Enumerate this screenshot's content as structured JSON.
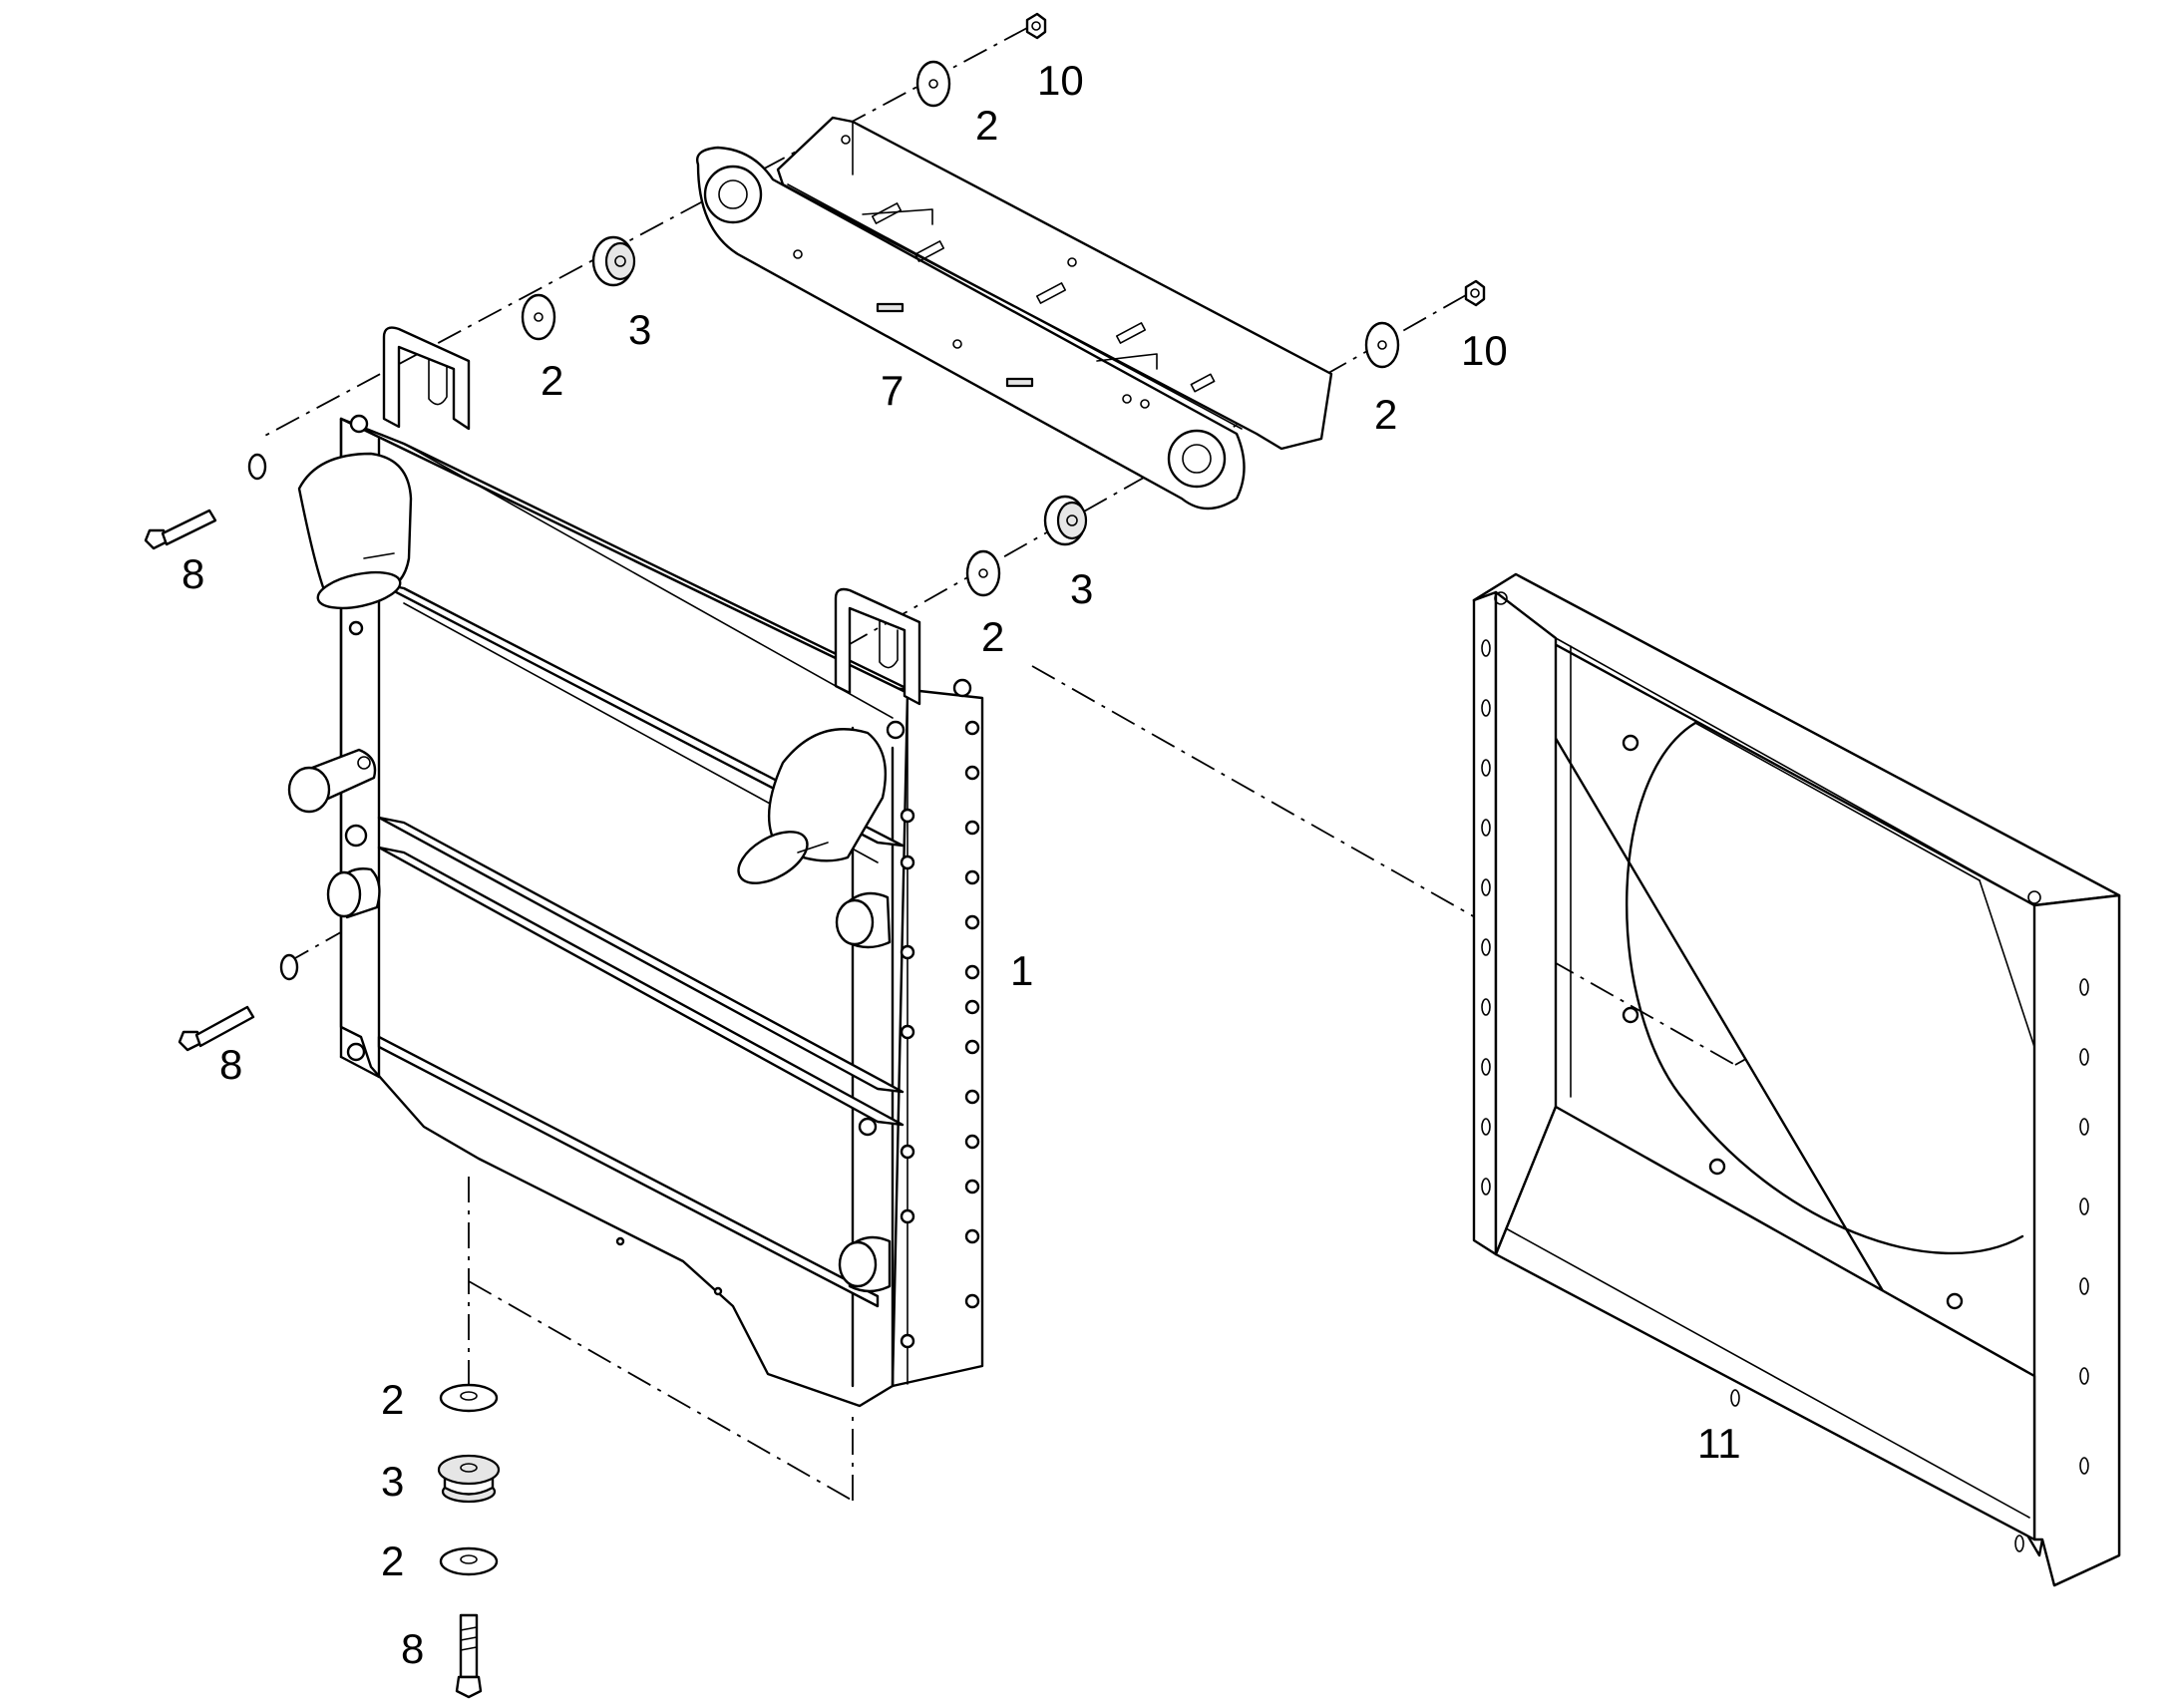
{
  "callouts": {
    "c1": "1",
    "c2": "2",
    "c3": "3",
    "c7": "7",
    "c8": "8",
    "c10": "10",
    "c11": "11"
  }
}
